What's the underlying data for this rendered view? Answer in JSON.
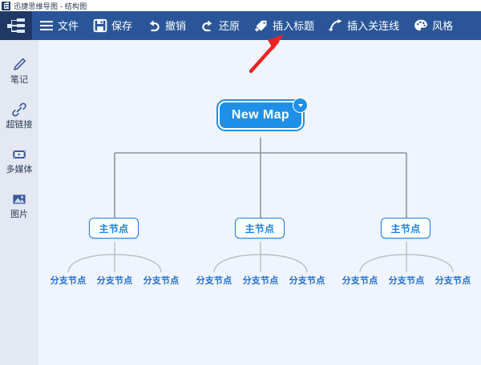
{
  "window": {
    "title": "迅捷思维导图 - 结构图",
    "app_icon": "mindmap-icon"
  },
  "toolbar": {
    "background": "#2a5699",
    "items": [
      {
        "id": "file",
        "label": "文件",
        "icon": "hamburger-icon"
      },
      {
        "id": "save",
        "label": "保存",
        "icon": "floppy-disk-icon"
      },
      {
        "id": "undo",
        "label": "撤销",
        "icon": "undo-arrow-icon"
      },
      {
        "id": "redo",
        "label": "还原",
        "icon": "redo-arrow-icon"
      },
      {
        "id": "insert-title",
        "label": "插入标题",
        "icon": "tag-plus-icon"
      },
      {
        "id": "insert-link",
        "label": "插入关连线",
        "icon": "curve-plus-icon"
      },
      {
        "id": "style",
        "label": "风格",
        "icon": "palette-icon"
      }
    ]
  },
  "sidebar": {
    "background": "#e4e8f2",
    "items": [
      {
        "id": "note",
        "label": "笔记",
        "icon": "pen-icon"
      },
      {
        "id": "hyperlink",
        "label": "超链接",
        "icon": "link-icon"
      },
      {
        "id": "multimedia",
        "label": "多媒体",
        "icon": "film-icon"
      },
      {
        "id": "image",
        "label": "图片",
        "icon": "picture-icon"
      }
    ]
  },
  "canvas": {
    "background": "#f0f4ff",
    "root": {
      "label": "New Map",
      "fill": "#1e90e8",
      "text_color": "#ffffff",
      "badge": "chevron-down-icon"
    },
    "main_nodes": [
      {
        "label": "主节点"
      },
      {
        "label": "主节点"
      },
      {
        "label": "主节点"
      }
    ],
    "branch_nodes": [
      {
        "label": "分支节点"
      },
      {
        "label": "分支节点"
      },
      {
        "label": "分支节点"
      },
      {
        "label": "分支节点"
      },
      {
        "label": "分支节点"
      },
      {
        "label": "分支节点"
      },
      {
        "label": "分支节点"
      },
      {
        "label": "分支节点"
      },
      {
        "label": "分支节点"
      }
    ],
    "connector_color": "#8d949c",
    "node_border_color": "#1e7fe0"
  },
  "annotation": {
    "arrow_color": "#ee2222",
    "points_to": "插入标题"
  }
}
